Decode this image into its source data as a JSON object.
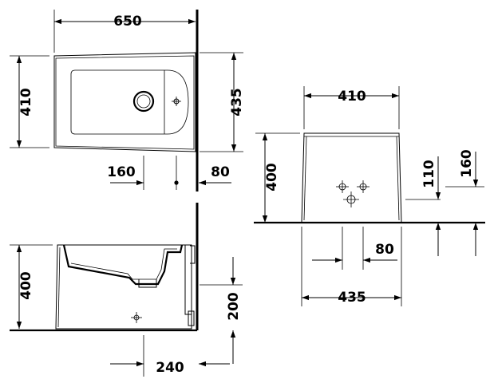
{
  "drawing": {
    "top_view": {
      "width": "650",
      "depth": "410",
      "wall_projection": "435",
      "drain_offset": "160",
      "wall_offset": "80"
    },
    "front_view": {
      "width_top": "410",
      "height": "400",
      "inlet_height_1": "110",
      "inlet_height_2": "160",
      "inlet_spacing": "80",
      "width_base": "435"
    },
    "side_view": {
      "height": "400",
      "outlet_height": "200",
      "outlet_offset": "240"
    }
  }
}
